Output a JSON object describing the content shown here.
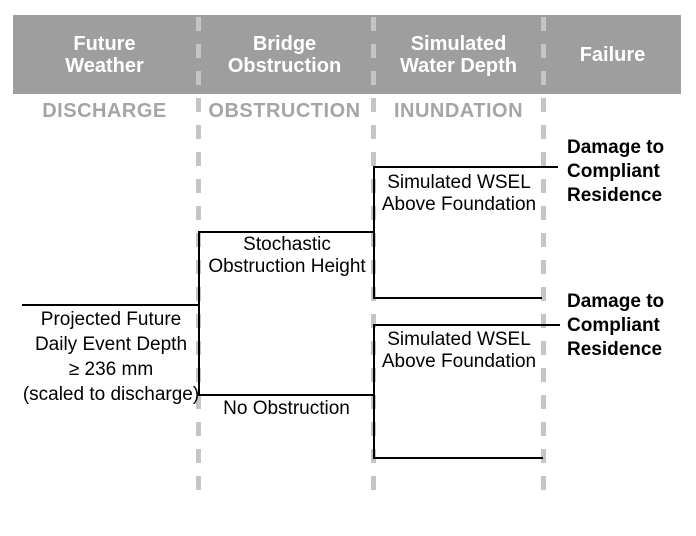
{
  "diagram": {
    "header": {
      "columns": [
        {
          "label": "Future\nWeather"
        },
        {
          "label": "Bridge\nObstruction"
        },
        {
          "label": "Simulated\nWater Depth"
        },
        {
          "label": "Failure"
        }
      ]
    },
    "stage_labels": [
      "DISCHARGE",
      "OBSTRUCTION",
      "INUNDATION"
    ],
    "nodes": {
      "root": "Projected Future\nDaily Event Depth\n≥ 236 mm\n(scaled to discharge)",
      "branch_obstruction": "Stochastic\nObstruction Height",
      "branch_no_obstruction": "No Obstruction",
      "wsel_above_1": "Simulated WSEL\nAbove Foundation",
      "wsel_above_2": "Simulated WSEL\nAbove Foundation",
      "outcome_1": "Damage to\nCompliant\nResidence",
      "outcome_2": "Damage to\nCompliant\nResidence"
    },
    "colors": {
      "header_bg": "#9e9e9e",
      "header_text": "#ffffff",
      "stage_label": "#a5a5a5",
      "dashed_line": "#c5c5c5",
      "tree_line": "#000000",
      "text": "#000000"
    }
  }
}
